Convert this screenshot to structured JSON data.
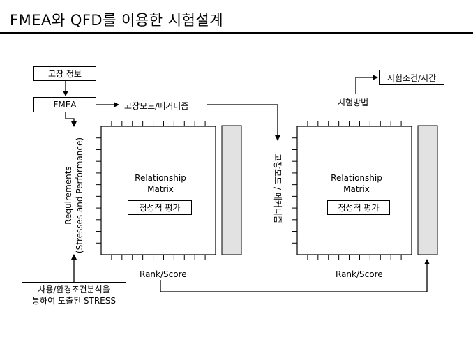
{
  "title": "FMEA와 QFD를 이용한 시험설계",
  "boxes": {
    "failure_info": "고장 정보",
    "fmea": "FMEA",
    "test_condition": "시험조건/시간",
    "usage_env_line1": "사용/환경조건분석을",
    "usage_env_line2": "통하여 도출된 STRESS"
  },
  "labels": {
    "failure_mode_mechanism": "고장모드/메커니즘",
    "test_method": "시험방법",
    "requirements_line1": "Requirements",
    "requirements_line2": "(Stresses and Performance)",
    "vertical_mode": "고장모드 / 메커니즘"
  },
  "matrices": [
    {
      "title_line1": "Relationship",
      "title_line2": "Matrix",
      "evaluation": "정성적 평가",
      "rank": "Rank/Score"
    },
    {
      "title_line1": "Relationship",
      "title_line2": "Matrix",
      "evaluation": "정성적 평가",
      "rank": "Rank/Score"
    }
  ]
}
